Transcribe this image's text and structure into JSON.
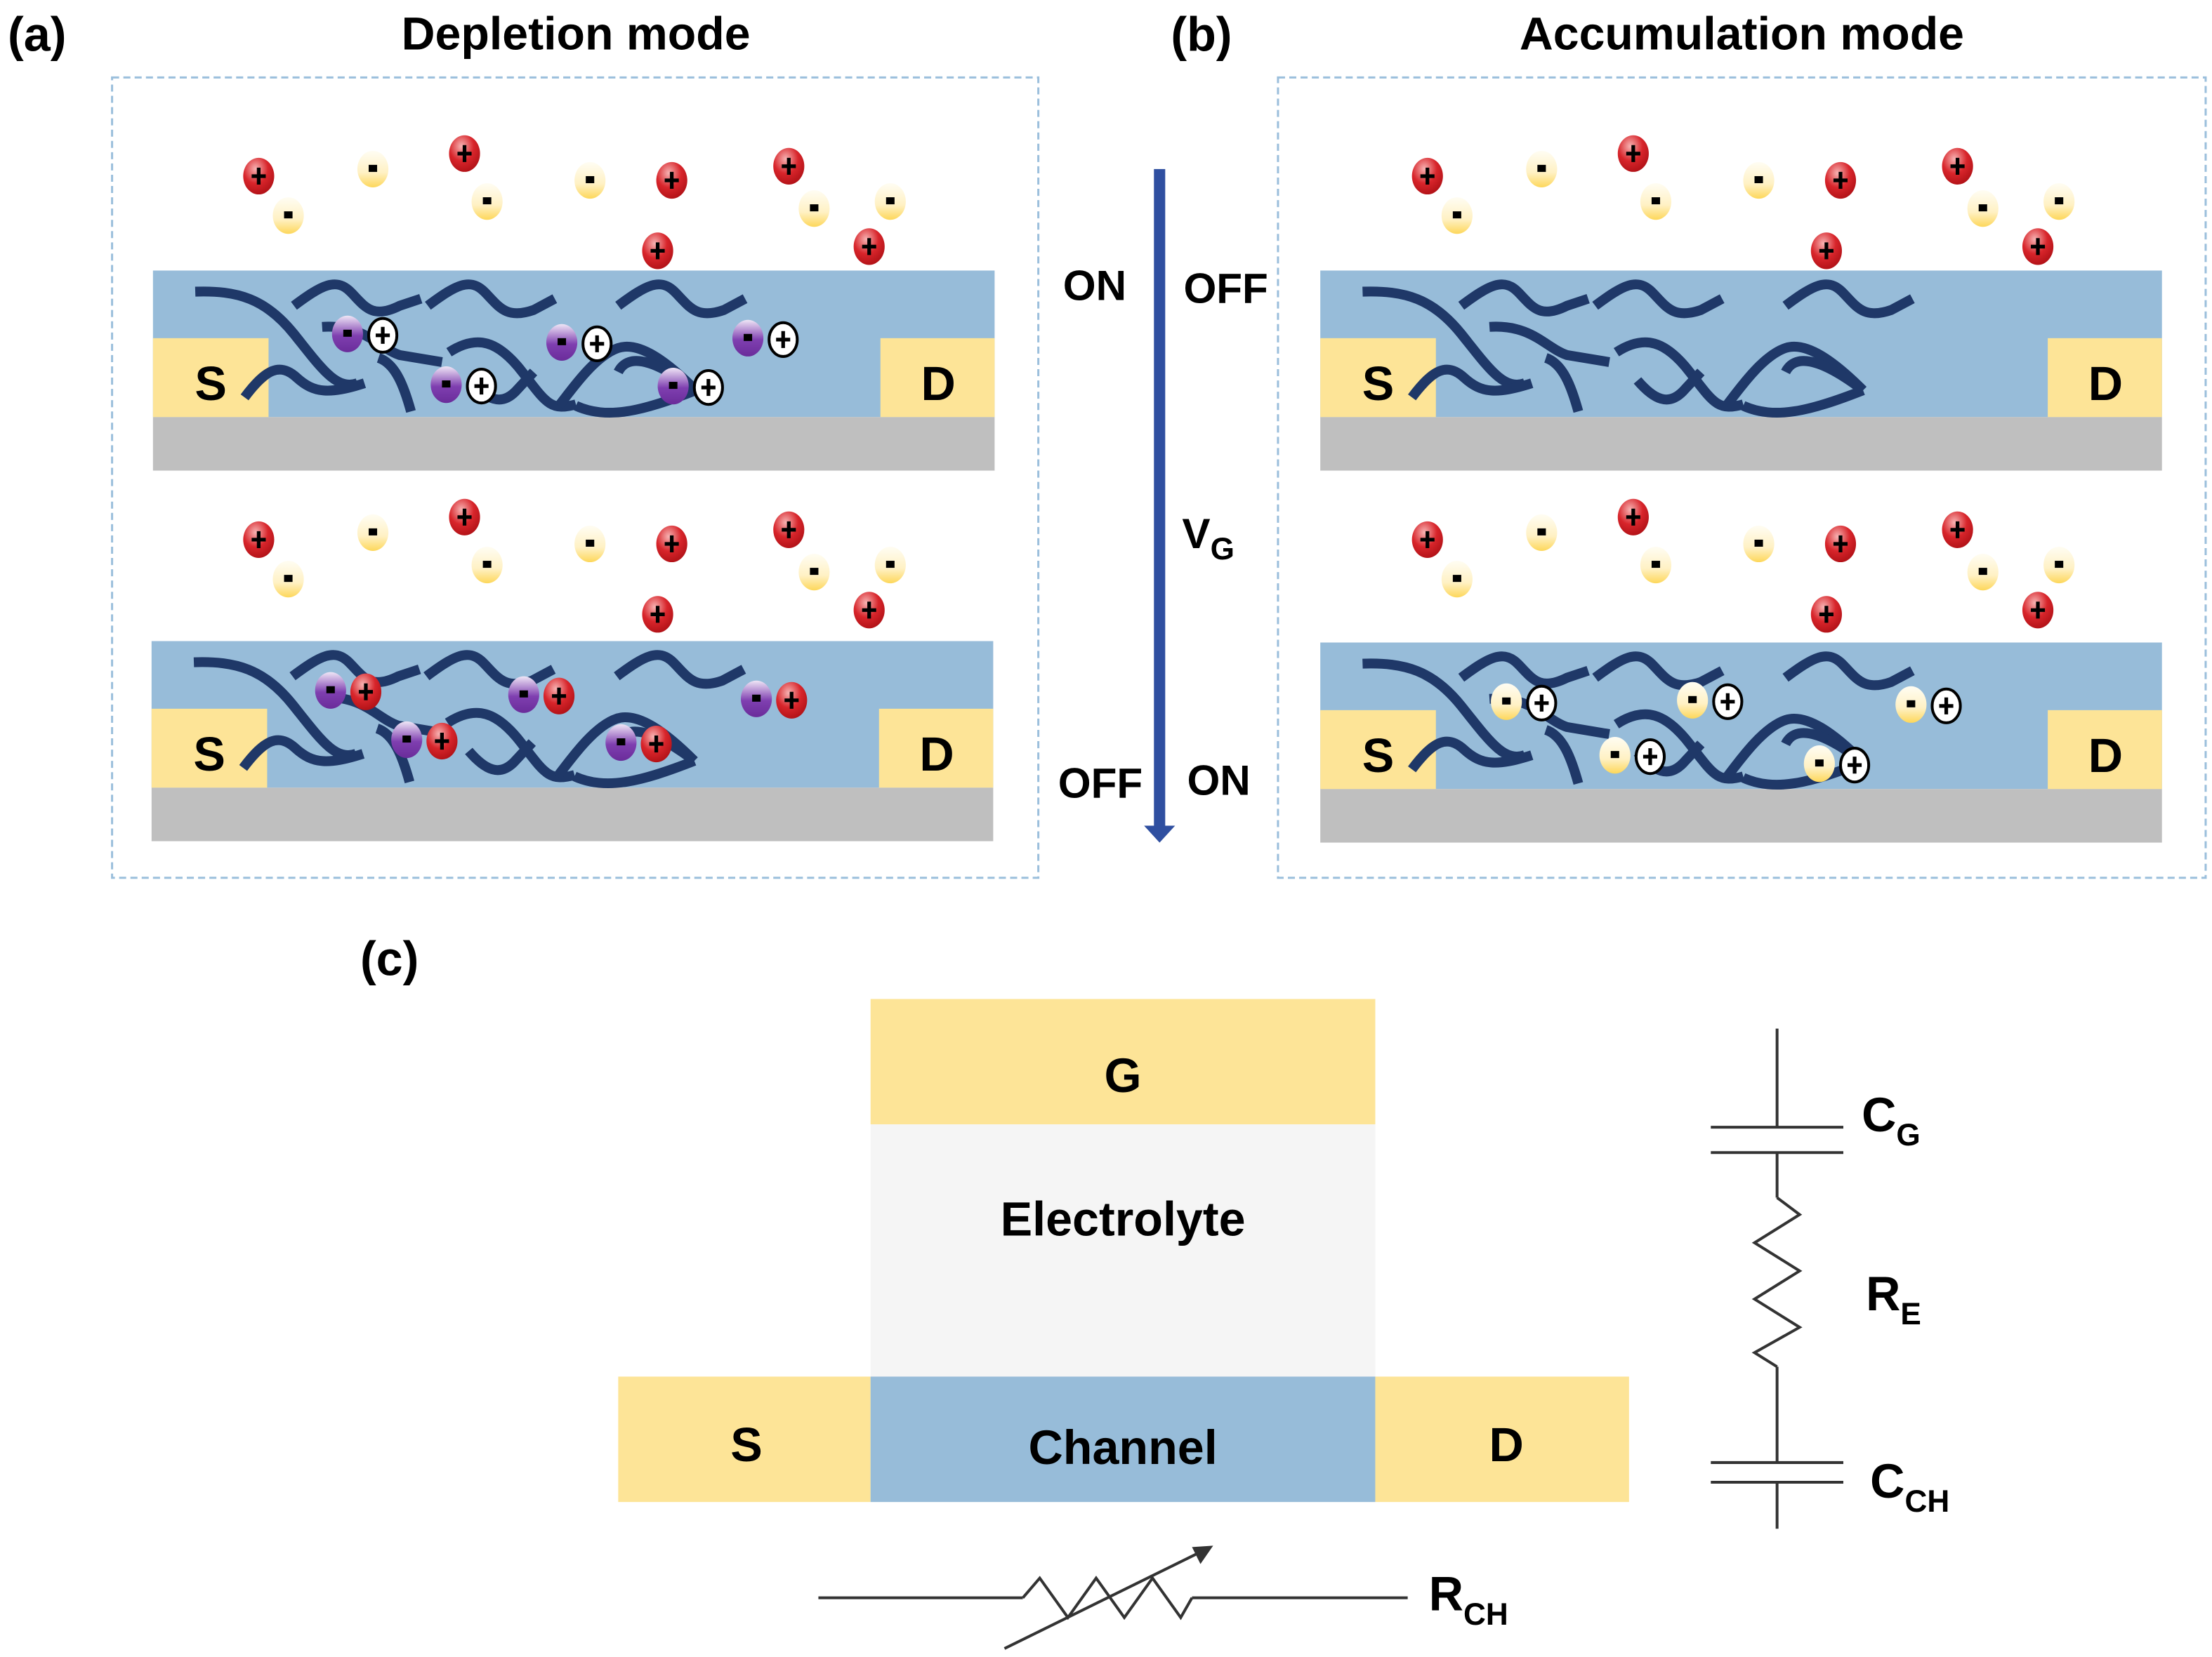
{
  "panel_a": {
    "label": "(a)",
    "title": "Depletion mode",
    "source": "S",
    "drain": "D"
  },
  "panel_b": {
    "label": "(b)",
    "title": "Accumulation mode",
    "source": "S",
    "drain": "D"
  },
  "gate_sweep": {
    "left_top": "ON",
    "right_top": "OFF",
    "voltage": "V",
    "voltage_sub": "G",
    "left_bottom": "OFF",
    "right_bottom": "ON"
  },
  "panel_c": {
    "label": "(c)",
    "gate": "G",
    "electrolyte": "Electrolyte",
    "source": "S",
    "channel": "Channel",
    "drain": "D",
    "cg": "C",
    "cg_sub": "G",
    "re": "R",
    "re_sub": "E",
    "cch": "C",
    "cch_sub": "CH",
    "rch": "R",
    "rch_sub": "CH"
  },
  "colors": {
    "channel": "#97bcd9",
    "electrode": "#fde497",
    "substrate": "#bfbfbf",
    "polymer": "#1f3868",
    "cation": "#c8161d",
    "anion": "#fde38a",
    "dopant_anion": "#7030a0",
    "hole": "#ffffff",
    "arrow": "#2f4fa0",
    "electrolyte": "#f5f5f5",
    "frame": "#9bbfdc"
  }
}
